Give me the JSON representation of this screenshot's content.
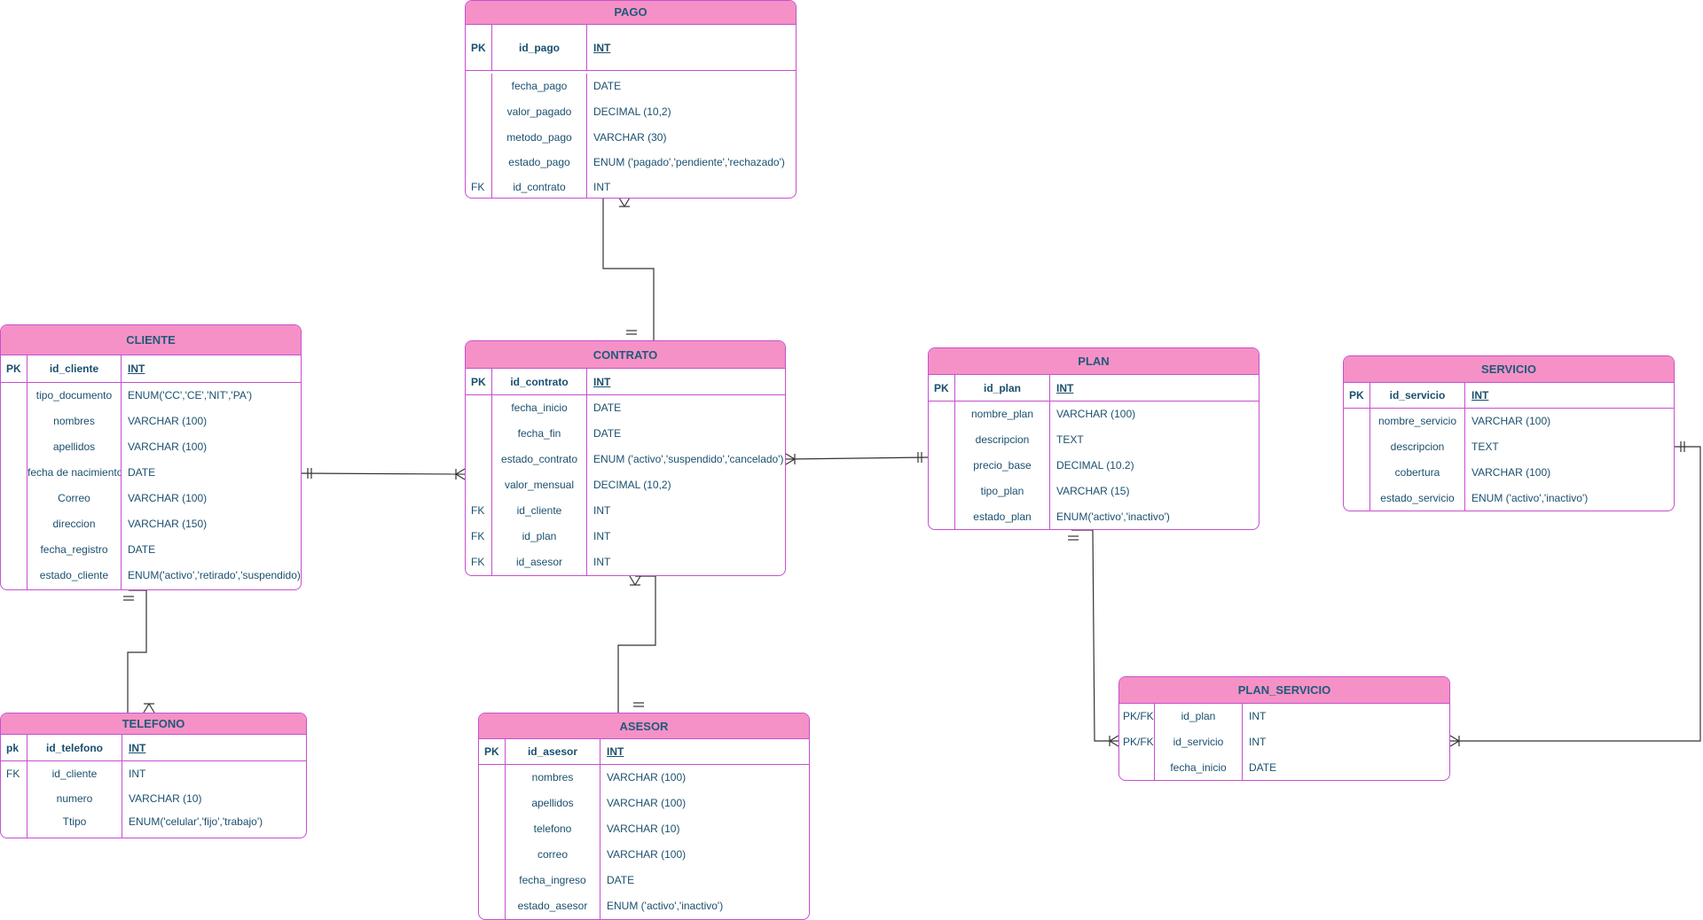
{
  "entities": [
    {
      "id": "pago",
      "title": "PAGO",
      "columns": [
        {
          "key": "PK",
          "name": "id_pago",
          "type": "INT",
          "pk": true
        },
        {
          "key": "",
          "name": "fecha_pago",
          "type": "DATE"
        },
        {
          "key": "",
          "name": "valor_pagado",
          "type": "DECIMAL (10,2)"
        },
        {
          "key": "",
          "name": "metodo_pago",
          "type": "VARCHAR (30)"
        },
        {
          "key": "",
          "name": "estado_pago",
          "type": "ENUM ('pagado','pendiente','rechazado')"
        },
        {
          "key": "FK",
          "name": "id_contrato",
          "type": "INT"
        }
      ]
    },
    {
      "id": "cliente",
      "title": "CLIENTE",
      "columns": [
        {
          "key": "PK",
          "name": "id_cliente",
          "type": "INT",
          "pk": true
        },
        {
          "key": "",
          "name": "tipo_documento",
          "type": "ENUM('CC','CE','NIT','PA')"
        },
        {
          "key": "",
          "name": "nombres",
          "type": "VARCHAR (100)"
        },
        {
          "key": "",
          "name": "apellidos",
          "type": "VARCHAR (100)"
        },
        {
          "key": "",
          "name": "fecha de nacimiento",
          "type": "DATE"
        },
        {
          "key": "",
          "name": "Correo",
          "type": "VARCHAR (100)"
        },
        {
          "key": "",
          "name": "direccion",
          "type": "VARCHAR (150)"
        },
        {
          "key": "",
          "name": "fecha_registro",
          "type": "DATE"
        },
        {
          "key": "",
          "name": "estado_cliente",
          "type": "ENUM('activo','retirado','suspendido)"
        }
      ]
    },
    {
      "id": "contrato",
      "title": "CONTRATO",
      "columns": [
        {
          "key": "PK",
          "name": "id_contrato",
          "type": "INT",
          "pk": true
        },
        {
          "key": "",
          "name": "fecha_inicio",
          "type": "DATE"
        },
        {
          "key": "",
          "name": "fecha_fin",
          "type": "DATE"
        },
        {
          "key": "",
          "name": "estado_contrato",
          "type": "ENUM ('activo','suspendido','cancelado')"
        },
        {
          "key": "",
          "name": "valor_mensual",
          "type": "DECIMAL (10,2)"
        },
        {
          "key": "FK",
          "name": "id_cliente",
          "type": "INT"
        },
        {
          "key": "FK",
          "name": "id_plan",
          "type": "INT"
        },
        {
          "key": "FK",
          "name": "id_asesor",
          "type": "INT"
        }
      ]
    },
    {
      "id": "plan",
      "title": "PLAN",
      "columns": [
        {
          "key": "PK",
          "name": "id_plan",
          "type": "INT",
          "pk": true
        },
        {
          "key": "",
          "name": "nombre_plan",
          "type": "VARCHAR (100)"
        },
        {
          "key": "",
          "name": "descripcion",
          "type": "TEXT"
        },
        {
          "key": "",
          "name": "precio_base",
          "type": "DECIMAL (10.2)"
        },
        {
          "key": "",
          "name": "tipo_plan",
          "type": "VARCHAR (15)"
        },
        {
          "key": "",
          "name": "estado_plan",
          "type": "ENUM('activo','inactivo')"
        }
      ]
    },
    {
      "id": "servicio",
      "title": "SERVICIO",
      "columns": [
        {
          "key": "PK",
          "name": "id_servicio",
          "type": "INT",
          "pk": true
        },
        {
          "key": "",
          "name": "nombre_servicio",
          "type": "VARCHAR (100)"
        },
        {
          "key": "",
          "name": "descripcion",
          "type": "TEXT"
        },
        {
          "key": "",
          "name": "cobertura",
          "type": "VARCHAR (100)"
        },
        {
          "key": "",
          "name": "estado_servicio",
          "type": "ENUM ('activo','inactivo')"
        }
      ]
    },
    {
      "id": "telefono",
      "title": "TELEFONO",
      "columns": [
        {
          "key": "pk",
          "name": "id_telefono",
          "type": "INT",
          "pk": true
        },
        {
          "key": "FK",
          "name": "id_cliente",
          "type": "INT"
        },
        {
          "key": "",
          "name": "numero",
          "type": "VARCHAR (10)"
        },
        {
          "key": "",
          "name": "Ttipo",
          "type": "ENUM('celular','fijo','trabajo')"
        }
      ]
    },
    {
      "id": "asesor",
      "title": "ASESOR",
      "columns": [
        {
          "key": "PK",
          "name": "id_asesor",
          "type": "INT",
          "pk": true
        },
        {
          "key": "",
          "name": "nombres",
          "type": "VARCHAR (100)"
        },
        {
          "key": "",
          "name": "apellidos",
          "type": "VARCHAR (100)"
        },
        {
          "key": "",
          "name": "telefono",
          "type": "VARCHAR (10)"
        },
        {
          "key": "",
          "name": "correo",
          "type": "VARCHAR (100)"
        },
        {
          "key": "",
          "name": "fecha_ingreso",
          "type": "DATE"
        },
        {
          "key": "",
          "name": "estado_asesor",
          "type": "ENUM ('activo','inactivo')"
        }
      ]
    },
    {
      "id": "plan_servicio",
      "title": "PLAN_SERVICIO",
      "columns": [
        {
          "key": "PK/FK",
          "name": "id_plan",
          "type": "INT"
        },
        {
          "key": "PK/FK",
          "name": "id_servicio",
          "type": "INT"
        },
        {
          "key": "",
          "name": "fecha_inicio",
          "type": "DATE"
        }
      ]
    }
  ],
  "colors": {
    "header_fill": "#f591c6",
    "border": "#c64fd0",
    "text": "#1a4f6e",
    "line": "#333333"
  }
}
